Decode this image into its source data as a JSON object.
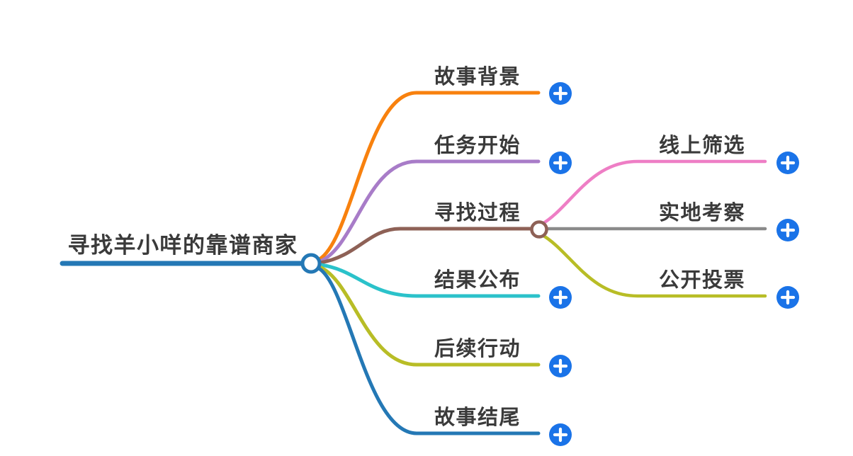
{
  "canvas": {
    "background": "#ffffff",
    "text_color": "#3a3a3a"
  },
  "root": {
    "label": "寻找羊小咩的靠谱商家",
    "color": "#2478b5"
  },
  "branches": [
    {
      "label": "故事背景",
      "color": "#f8810e"
    },
    {
      "label": "任务开始",
      "color": "#a87cc8"
    },
    {
      "label": "寻找过程",
      "color": "#8e6156",
      "children": [
        {
          "label": "线上筛选",
          "color": "#ee7ec5"
        },
        {
          "label": "实地考察",
          "color": "#8a8a8a"
        },
        {
          "label": "公开投票",
          "color": "#b8bd26"
        }
      ]
    },
    {
      "label": "结果公布",
      "color": "#2bc2ca"
    },
    {
      "label": "后续行动",
      "color": "#b8bd26"
    },
    {
      "label": "故事结尾",
      "color": "#2478b5"
    }
  ],
  "add_button": {
    "icon": "plus-icon",
    "color": "#1a73e8"
  }
}
